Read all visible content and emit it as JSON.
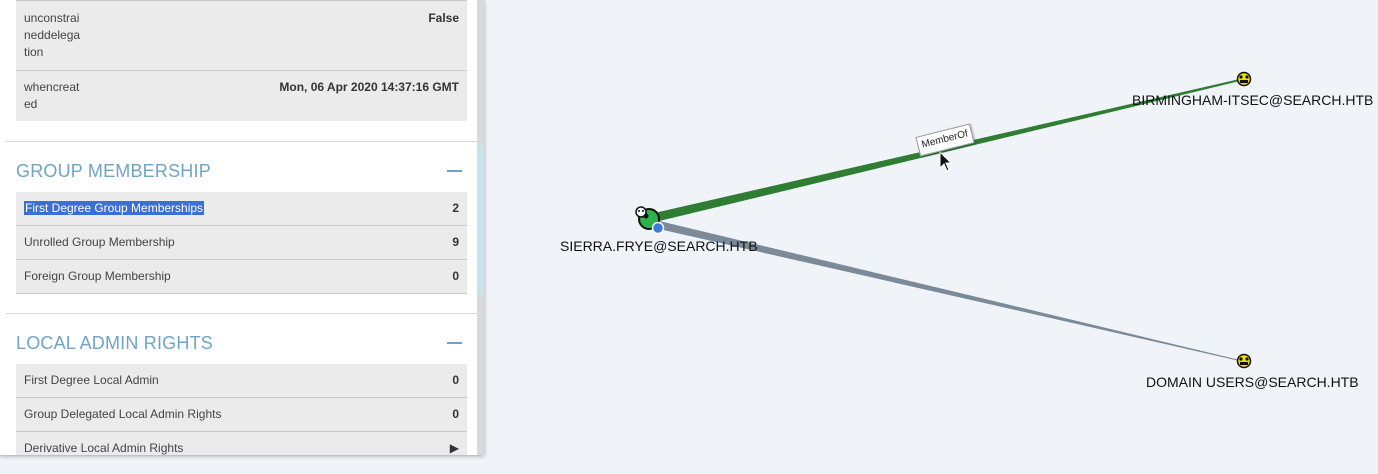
{
  "properties": [
    {
      "key_lines": [
        "unconstrai",
        "neddelega",
        "tion"
      ],
      "value": "False"
    },
    {
      "key_lines": [
        "whencreat",
        "ed"
      ],
      "value": "Mon, 06 Apr 2020 14:37:16 GMT"
    }
  ],
  "group_membership": {
    "title": "GROUP MEMBERSHIP",
    "rows": [
      {
        "label": "First Degree Group Memberships",
        "value": "2"
      },
      {
        "label": "Unrolled Group Membership",
        "value": "9"
      },
      {
        "label": "Foreign Group Membership",
        "value": "0"
      }
    ]
  },
  "local_admin": {
    "title": "LOCAL ADMIN RIGHTS",
    "rows": [
      {
        "label": "First Degree Local Admin",
        "value": "0"
      },
      {
        "label": "Group Delegated Local Admin Rights",
        "value": "0"
      },
      {
        "label": "Derivative Local Admin Rights",
        "value": "▶"
      }
    ]
  },
  "graph": {
    "nodes": [
      {
        "label": "SIERRA.FRYE@SEARCH.HTB",
        "type": "user",
        "icon": "user-icon"
      },
      {
        "label": "BIRMINGHAM-ITSEC@SEARCH.HTB",
        "type": "group",
        "icon": "group-icon"
      },
      {
        "label": "DOMAIN USERS@SEARCH.HTB",
        "type": "group",
        "icon": "group-icon"
      }
    ],
    "edges": [
      {
        "from": "SIERRA.FRYE@SEARCH.HTB",
        "to": "BIRMINGHAM-ITSEC@SEARCH.HTB",
        "label": "MemberOf",
        "color": "#2e7d32"
      },
      {
        "from": "SIERRA.FRYE@SEARCH.HTB",
        "to": "DOMAIN USERS@SEARCH.HTB",
        "label": "",
        "color": "#7a8a99"
      }
    ]
  },
  "colors": {
    "accent": "#6fa4c6",
    "user_node": "#2bb34a",
    "group_node": "#e8e000",
    "edge_selected": "#2e7d32",
    "edge_default": "#7a8a99"
  }
}
